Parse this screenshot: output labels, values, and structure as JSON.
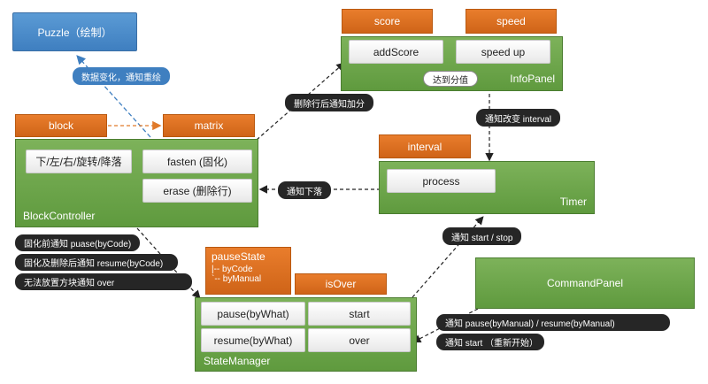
{
  "puzzle": {
    "label": "Puzzle（绘制）"
  },
  "notify_draw": "数据变化，通知重绘",
  "score_tag": "score",
  "speed_tag": "speed",
  "info_panel": {
    "title": "InfoPanel",
    "add_score": "addScore",
    "speed_up": "speed up",
    "reach_score": "达到分值"
  },
  "notify_add_score": "删除行后通知加分",
  "notify_interval": "通知改变 interval",
  "block_tag": "block",
  "matrix_tag": "matrix",
  "block_controller": {
    "title": "BlockController",
    "move": "下/左/右/旋转/降落",
    "fasten": "fasten (固化)",
    "erase": "erase (删除行)"
  },
  "interval_tag": "interval",
  "timer": {
    "title": "Timer",
    "process": "process"
  },
  "notify_fall": "通知下落",
  "notify_start_stop": "通知 start / stop",
  "notes_left": [
    "固化前通知 puase(byCode)",
    "固化及删除后通知 resume(byCode)",
    "无法放置方块通知 over"
  ],
  "pause_state": {
    "title": "pauseState",
    "line1": "|-- byCode",
    "line2": "`-- byManual"
  },
  "is_over_tag": "isOver",
  "state_manager": {
    "title": "StateManager",
    "pause": "pause(byWhat)",
    "start": "start",
    "resume": "resume(byWhat)",
    "over": "over"
  },
  "command_panel": {
    "title": "CommandPanel"
  },
  "notes_right": [
    "通知 pause(byManual) / resume(byManual)",
    "通知 start （重新开始）"
  ]
}
